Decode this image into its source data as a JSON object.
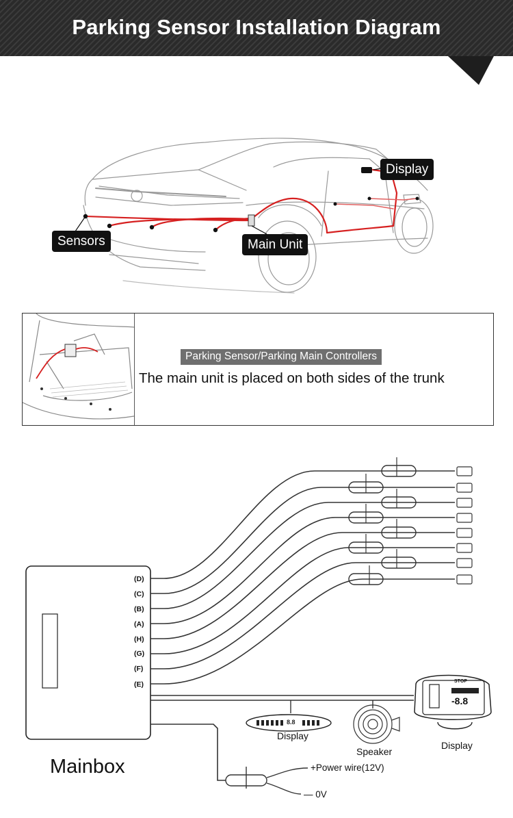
{
  "header": {
    "title": "Parking Sensor Installation Diagram"
  },
  "car_callouts": {
    "display": "Display",
    "sensors": "Sensors",
    "main_unit": "Main Unit"
  },
  "trunk_panel": {
    "tag": "Parking Sensor/Parking Main Controllers",
    "caption": "The main unit is placed on both sides of the trunk"
  },
  "wiring": {
    "ports": [
      "(D)",
      "(C)",
      "(B)",
      "(A)",
      "(H)",
      "(G)",
      "(F)",
      "(E)"
    ],
    "mainbox_label": "Mainbox",
    "display_bar_label": "Display",
    "display_bar_readout": "8.8",
    "speaker_label": "Speaker",
    "display_screen_label": "Display",
    "display_screen_readout": "-8.8",
    "display_screen_stop": "STOP",
    "power_label": "+Power wire(12V)",
    "ground_label": "— 0V"
  }
}
